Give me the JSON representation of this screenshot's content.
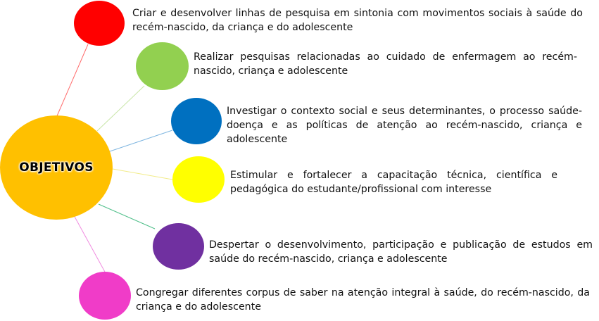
{
  "center": {
    "label": "OBJETIVOS",
    "color": "#ffc000"
  },
  "objectives": [
    {
      "text": "Criar e desenvolver linhas de pesquisa em sintonia com movimentos sociais à saúde do recém-nascido, da criança e do adolescente",
      "color": "#ff0000",
      "line_color": "#ff6b6b"
    },
    {
      "text": "Realizar pesquisas relacionadas ao cuidado de enfermagem ao recém-nascido, criança e adolescente",
      "color": "#92d050",
      "line_color": "#c9e6a8"
    },
    {
      "text": "Investigar o contexto social e seus determinantes, o processo saúde-doença e as políticas de atenção ao recém-nascido, criança e adolescente",
      "color": "#0070c0",
      "line_color": "#7fb6e0"
    },
    {
      "text": "Estimular e fortalecer a capacitação técnica, científica e pedagógica do estudante/profissional com interesse",
      "color": "#ffff00",
      "line_color": "#f2ec8a"
    },
    {
      "text": "Despertar o desenvolvimento, participação e publicação de estudos em saúde do recém-nascido, criança e adolescente",
      "color": "#7030a0",
      "line_color": "#4fbf8a"
    },
    {
      "text": "Congregar diferentes corpus de saber na atenção integral à saúde, do recém-nascido, da criança e do adolescente",
      "color": "#f03cc8",
      "line_color": "#f08ce0"
    }
  ]
}
